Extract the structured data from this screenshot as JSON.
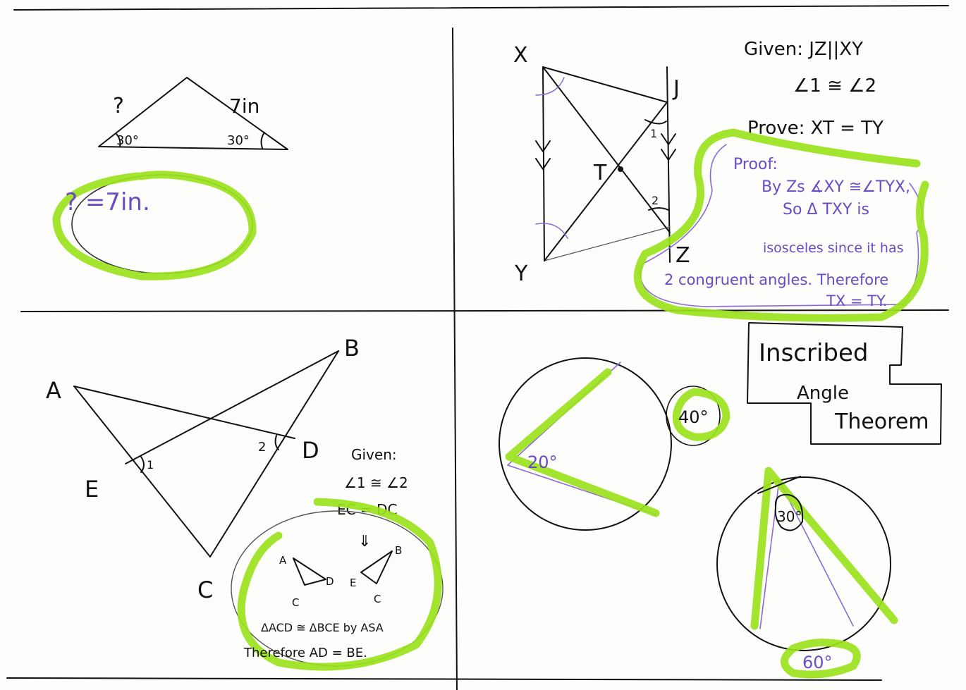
{
  "panel1": {
    "unknown_side": "?",
    "known_side": "7in",
    "angle_left": "30°",
    "angle_right": "30°",
    "answer": "? =7in."
  },
  "panel2": {
    "vertex_x": "X",
    "vertex_y": "Y",
    "vertex_j": "J",
    "vertex_z": "Z",
    "vertex_t": "T",
    "mark_1": "1",
    "mark_2": "2",
    "given_lines": [
      "Given: JZ||XY",
      "∠1 ≅ ∠2"
    ],
    "prove_line": "Prove: XT = TY",
    "proof_lines": [
      "Proof:",
      "By Zs ∡XY ≅∠TYX,",
      "So Δ TXY is",
      "isosceles since it has",
      "2 congruent angles. Therefore",
      "TX = TY."
    ]
  },
  "panel3": {
    "vertex_a": "A",
    "vertex_b": "B",
    "vertex_c": "C",
    "vertex_d": "D",
    "vertex_e": "E",
    "mark_1": "1",
    "mark_2": "2",
    "given_lines": [
      "Given:",
      "∠1 ≅ ∠2",
      "EC = DC"
    ],
    "arrow": "⇓",
    "mini_labels": [
      "A",
      "D",
      "C",
      "B",
      "E",
      "C"
    ],
    "conclusion_lines": [
      "ΔACD ≅ ΔBCE by ASA",
      "Therefore AD = BE."
    ]
  },
  "panel4": {
    "title_lines": [
      "Inscribed",
      "Angle",
      "Theorem"
    ],
    "circle1_angle": "20°",
    "circle1_answer": "40°",
    "circle2_angle": "30°",
    "circle2_answer": "60°"
  },
  "colors": {
    "ink": "#111111",
    "pencil_purple": "#8b6ad6",
    "highlighter_green": "#9be21c"
  }
}
